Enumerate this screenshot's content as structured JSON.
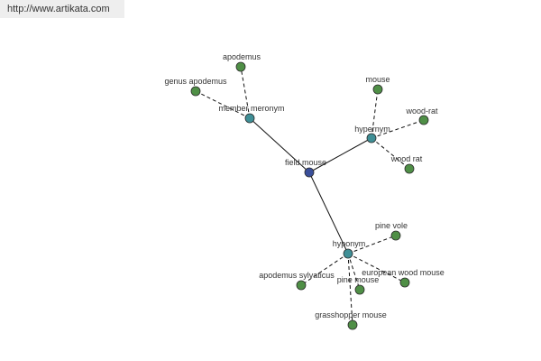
{
  "header": {
    "url_text": "http://www.artikata.com"
  },
  "colors": {
    "center_node": "#3a4f9a",
    "relation_node": "#3f8f96",
    "leaf_node": "#4f8f46",
    "edge": "#111111",
    "background": "#ffffff"
  },
  "graph": {
    "center": {
      "id": "field-mouse",
      "label": "field mouse"
    },
    "relations": [
      {
        "id": "member-meronym",
        "label": "member meronym"
      },
      {
        "id": "hypernym",
        "label": "hypernym"
      },
      {
        "id": "hyponym",
        "label": "hyponym"
      }
    ],
    "leaves": [
      {
        "id": "apodemus",
        "label": "apodemus",
        "relation": "member-meronym"
      },
      {
        "id": "genus-apodemus",
        "label": "genus apodemus",
        "relation": "member-meronym"
      },
      {
        "id": "mouse",
        "label": "mouse",
        "relation": "hypernym"
      },
      {
        "id": "wood-rat-hyphen",
        "label": "wood-rat",
        "relation": "hypernym"
      },
      {
        "id": "wood-rat",
        "label": "wood rat",
        "relation": "hypernym"
      },
      {
        "id": "pine-vole",
        "label": "pine vole",
        "relation": "hyponym"
      },
      {
        "id": "apodemus-sylvaticus",
        "label": "apodemus sylvaticus",
        "relation": "hyponym"
      },
      {
        "id": "pine-mouse",
        "label": "pine mouse",
        "relation": "hyponym"
      },
      {
        "id": "european-wood-mouse",
        "label": "european wood mouse",
        "relation": "hyponym"
      },
      {
        "id": "grasshopper-mouse",
        "label": "grasshopper mouse",
        "relation": "hyponym"
      }
    ]
  }
}
